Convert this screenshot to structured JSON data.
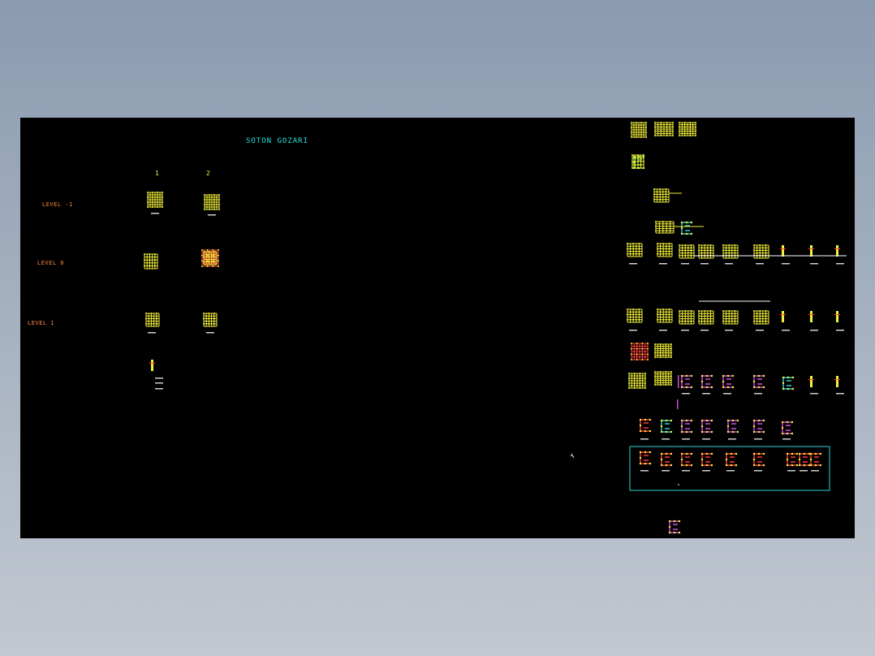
{
  "drawing": {
    "title": "SOTON GOZARI",
    "columns": [
      "1",
      "2"
    ],
    "levels": [
      "LEVEL -1",
      "LEVEL 0",
      "LEVEL 1"
    ],
    "colors": {
      "background": "#000000",
      "title": "#26e3e6",
      "grid_label": "#f2f03a",
      "level_label": "#ff8a3c",
      "rebar": "#f2f03a",
      "stirrup_red": "#ff3b3b",
      "stirrup_magenta": "#d54ce0",
      "stirrup_cyan": "#2fd3d8",
      "stirrup_green": "#3bd44b",
      "selection_frame": "#2fd3d8"
    }
  }
}
